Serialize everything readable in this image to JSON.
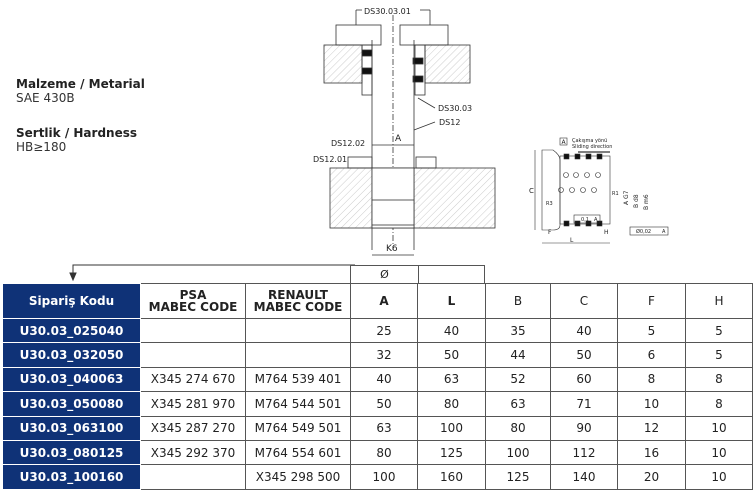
{
  "specs": {
    "material_label": "Malzeme / Metarial",
    "material_value": "SAE 430B",
    "hardness_label": "Sertlik / Hardness",
    "hardness_value": "HB≥180"
  },
  "drawing_left": {
    "labels": [
      "DS30.03.01",
      "DS30.03",
      "DS12",
      "DS12.02",
      "DS12.01",
      "A",
      "K6"
    ]
  },
  "drawing_right": {
    "labels": [
      "A",
      "Çakışma yönü",
      "Sliding direction",
      "C",
      "A G7",
      "B d8",
      "B m6",
      "R3",
      "R1",
      "0,1",
      "A",
      "F",
      "H",
      "L",
      "Ø0,02",
      "A"
    ]
  },
  "table": {
    "phi_symbol": "Ø",
    "headers": [
      "Sipariş Kodu",
      "PSA\nMABEC CODE",
      "RENAULT\nMABEC CODE",
      "A",
      "L",
      "B",
      "C",
      "F",
      "H"
    ],
    "rows": [
      [
        "U30.03_025040",
        "",
        "",
        "25",
        "40",
        "35",
        "40",
        "5",
        "5"
      ],
      [
        "U30.03_032050",
        "",
        "",
        "32",
        "50",
        "44",
        "50",
        "6",
        "5"
      ],
      [
        "U30.03_040063",
        "X345 274 670",
        "M764 539 401",
        "40",
        "63",
        "52",
        "60",
        "8",
        "8"
      ],
      [
        "U30.03_050080",
        "X345 281 970",
        "M764 544 501",
        "50",
        "80",
        "63",
        "71",
        "10",
        "8"
      ],
      [
        "U30.03_063100",
        "X345 287 270",
        "M764 549 501",
        "63",
        "100",
        "80",
        "90",
        "12",
        "10"
      ],
      [
        "U30.03_080125",
        "X345 292 370",
        "M764 554 601",
        "80",
        "125",
        "100",
        "112",
        "16",
        "10"
      ],
      [
        "U30.03_100160",
        "",
        "X345 298 500",
        "100",
        "160",
        "125",
        "140",
        "20",
        "10"
      ]
    ]
  }
}
